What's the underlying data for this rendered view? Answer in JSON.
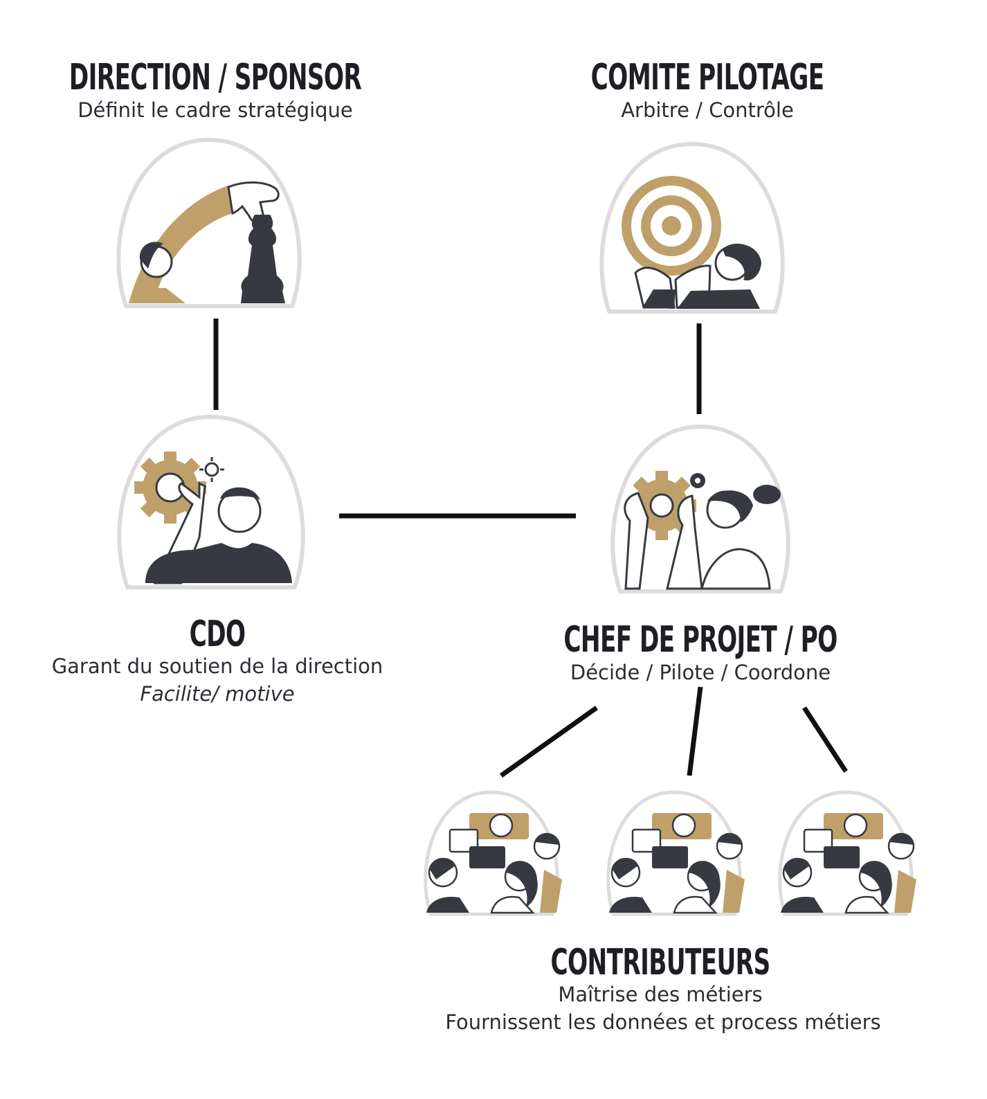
{
  "colors": {
    "accent": "#bfa06a",
    "dark": "#363a40",
    "line": "#111111",
    "dome": "#dcdcdc"
  },
  "nodes": {
    "direction": {
      "title": "DIRECTION / SPONSOR",
      "subtitle": "Définit le cadre stratégique",
      "icon": "chess-strategy-icon"
    },
    "comite": {
      "title": "COMITE PILOTAGE",
      "subtitle": "Arbitre / Contrôle",
      "icon": "target-icon"
    },
    "cdo": {
      "title": "CDO",
      "subtitle": "Garant du soutien de la direction",
      "subtitle2": "Facilite/ motive",
      "icon": "gear-idea-icon"
    },
    "chef": {
      "title": "CHEF DE PROJET / PO",
      "subtitle": "Décide / Pilote / Coordone",
      "icon": "gears-collaboration-icon"
    },
    "contributeurs": {
      "title": "CONTRIBUTEURS",
      "subtitle": "Maîtrise des métiers",
      "subtitle2": "Fournissent les données et process métiers",
      "icon": "team-discussion-icon"
    }
  }
}
